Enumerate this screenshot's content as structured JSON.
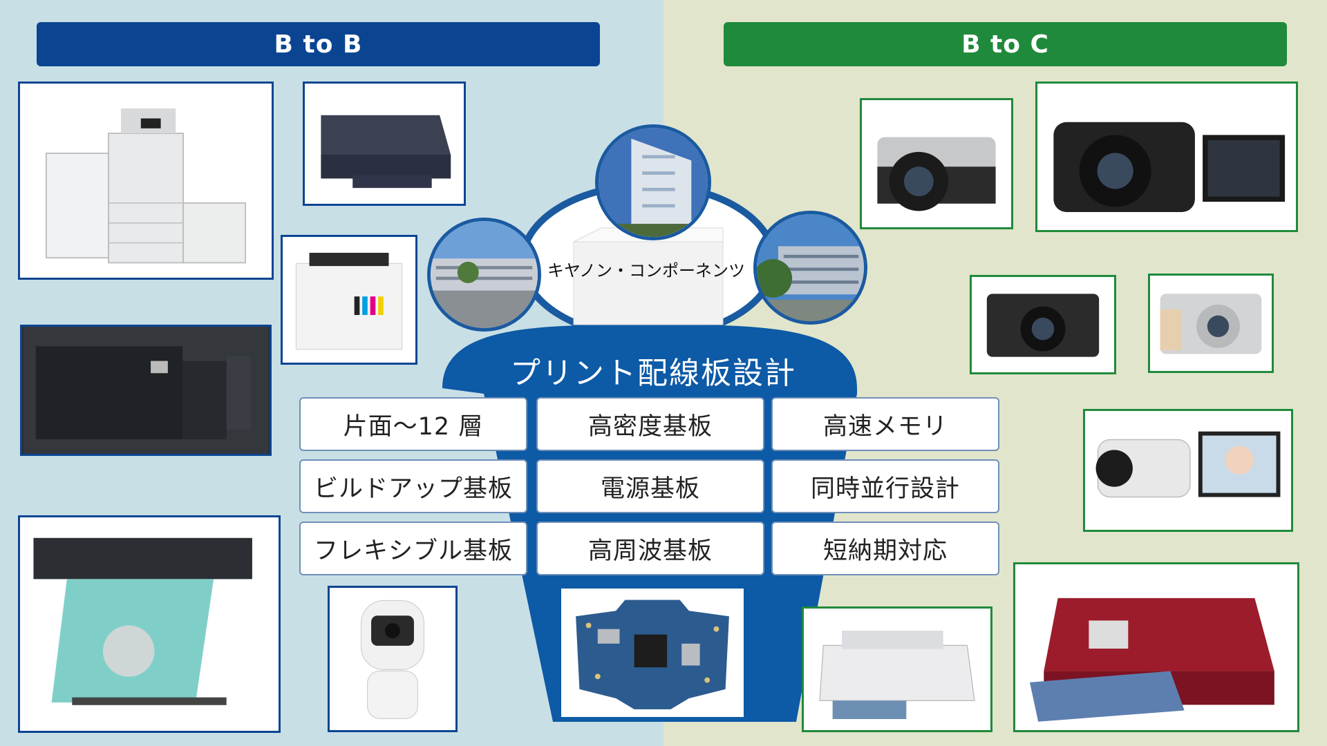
{
  "headers": {
    "b2b": "B to B",
    "b2c": "B to C"
  },
  "center": {
    "company": "キヤノン・コンポーネンツ",
    "title": "プリント配線板設計",
    "capabilities": [
      "片面〜12 層",
      "高密度基板",
      "高速メモリ",
      "ビルドアップ基板",
      "電源基板",
      "同時並行設計",
      "フレキシブル基板",
      "高周波基板",
      "短納期対応"
    ]
  },
  "colors": {
    "b2b": "#0b4592",
    "b2c": "#1f8a3b",
    "funnel": "#0d5aa6"
  }
}
